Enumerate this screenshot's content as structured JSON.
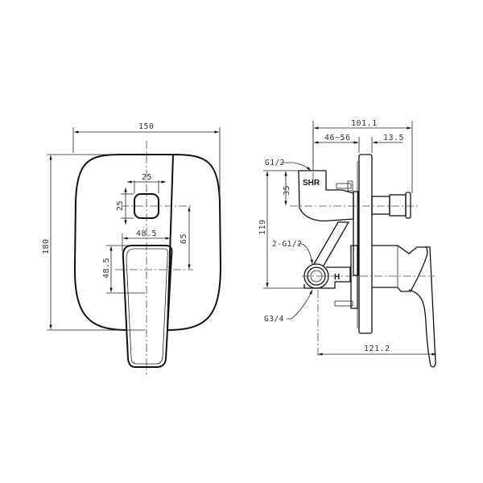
{
  "drawing": {
    "type": "technical-drawing",
    "subject": "concealed shower mixer with diverter",
    "views": [
      "front",
      "side"
    ]
  },
  "front_view": {
    "dimensions": {
      "plate_width": "150",
      "plate_height": "180",
      "diverter_width": "25",
      "diverter_height": "25",
      "lever_width": "48.5",
      "lever_offset": "48.5",
      "center_distance": "65"
    }
  },
  "side_view": {
    "dimensions": {
      "overall_depth": "101.1",
      "wall_depth": "46~56",
      "plate_to_face": "13.5",
      "outlet_height": "35",
      "vertical_distance": "119",
      "lever_projection": "121.2"
    },
    "labels": {
      "shower_outlet": "G1/2",
      "inlets": "2-G1/2",
      "bottom_outlet": "G3/4",
      "brand_mark": "SHR",
      "hot_mark": "H"
    }
  },
  "colors": {
    "line": "#111111",
    "background": "#ffffff"
  }
}
